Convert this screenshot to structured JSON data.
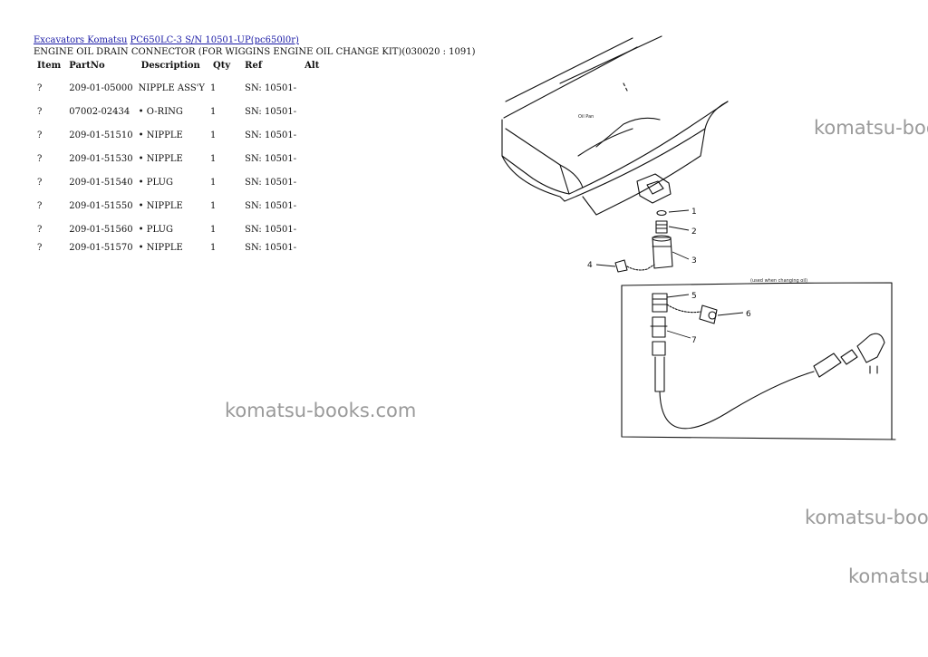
{
  "breadcrumb": {
    "link1": "Excavators Komatsu",
    "link2": "PC650LC-3 S/N 10501-UP(pc650l0r)"
  },
  "title": "ENGINE OIL DRAIN CONNECTOR (FOR WIGGINS ENGINE OIL CHANGE KIT)(030020 : 1091)",
  "table": {
    "headers": [
      "Item",
      "PartNo",
      "Description",
      "Qty",
      "Ref",
      "Alt"
    ],
    "rows": [
      {
        "item": "?",
        "part": "209-01-05000",
        "desc": "NIPPLE ASS'Y",
        "qty": "1",
        "ref": "SN: 10501-"
      },
      {
        "item": "?",
        "part": "07002-02434",
        "desc": "• O-RING",
        "qty": "1",
        "ref": "SN: 10501-"
      },
      {
        "item": "?",
        "part": "209-01-51510",
        "desc": "• NIPPLE",
        "qty": "1",
        "ref": "SN: 10501-"
      },
      {
        "item": "?",
        "part": "209-01-51530",
        "desc": "• NIPPLE",
        "qty": "1",
        "ref": "SN: 10501-"
      },
      {
        "item": "?",
        "part": "209-01-51540",
        "desc": "• PLUG",
        "qty": "1",
        "ref": "SN: 10501-"
      },
      {
        "item": "?",
        "part": "209-01-51550",
        "desc": "• NIPPLE",
        "qty": "1",
        "ref": "SN: 10501-"
      },
      {
        "item": "?",
        "part": "209-01-51560",
        "desc": "• PLUG",
        "qty": "1",
        "ref": "SN: 10501-"
      },
      {
        "item": "?",
        "part": "209-01-51570",
        "desc": "• NIPPLE",
        "qty": "1",
        "ref": "SN: 10501-"
      }
    ]
  },
  "watermark": "komatsu-books.com",
  "diagram": {
    "oil_pan_label": "Oil Pan",
    "used_when_label": "(used when changing oil)",
    "callouts": [
      "1",
      "2",
      "3",
      "4",
      "5",
      "6",
      "7"
    ]
  }
}
